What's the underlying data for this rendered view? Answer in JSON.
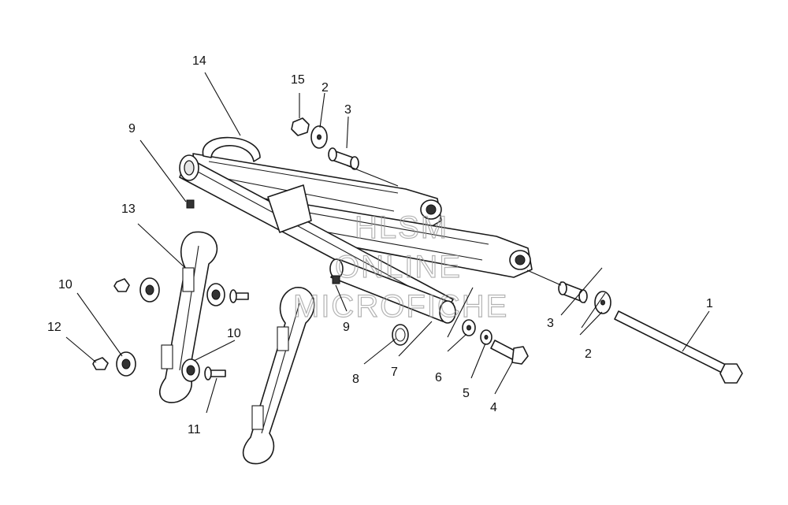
{
  "watermark": {
    "line1": "HLSM",
    "line2": "ONLINE",
    "line3": "MICROFICHE"
  },
  "callouts": {
    "c1": "1",
    "c2a": "2",
    "c2b": "2",
    "c3a": "3",
    "c3b": "3",
    "c4": "4",
    "c5": "5",
    "c6": "6",
    "c7": "7",
    "c8": "8",
    "c9a": "9",
    "c9b": "9",
    "c10a": "10",
    "c10b": "10",
    "c11": "11",
    "c12": "12",
    "c13": "13",
    "c14": "14",
    "c15": "15"
  }
}
